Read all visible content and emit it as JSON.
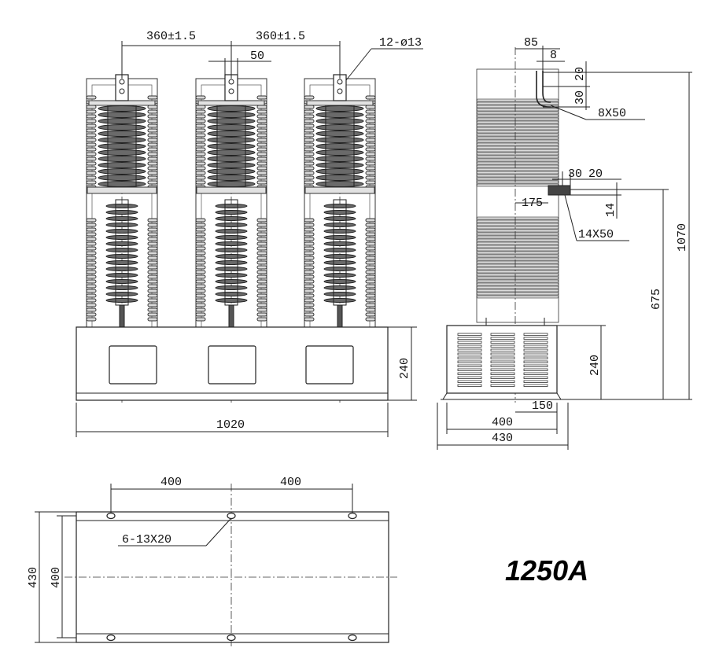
{
  "front_view": {
    "dim_pole_spacing_left": "360±1.5",
    "dim_pole_spacing_right": "360±1.5",
    "dim_terminal_width": "50",
    "dim_holes": "12-ø13",
    "dim_base_height": "240",
    "dim_total_width": "1020"
  },
  "side_view": {
    "dim_top_offset": "85",
    "dim_plate_thickness": "8",
    "dim_top_20": "20",
    "dim_top_30": "30",
    "dim_top_terminal": "8X50",
    "dim_mid_30": "30",
    "dim_mid_20": "20",
    "dim_mid_175": "175",
    "dim_mid_14": "14",
    "dim_mid_terminal": "14X50",
    "dim_height_1070": "1070",
    "dim_height_675": "675",
    "dim_base_height": "240",
    "dim_150": "150",
    "dim_400": "400",
    "dim_430": "430"
  },
  "bottom_view": {
    "dim_left_400": "400",
    "dim_right_400": "400",
    "dim_slots": "6-13X20",
    "dim_depth_430": "430",
    "dim_depth_400": "400"
  },
  "rating_label": "1250A"
}
